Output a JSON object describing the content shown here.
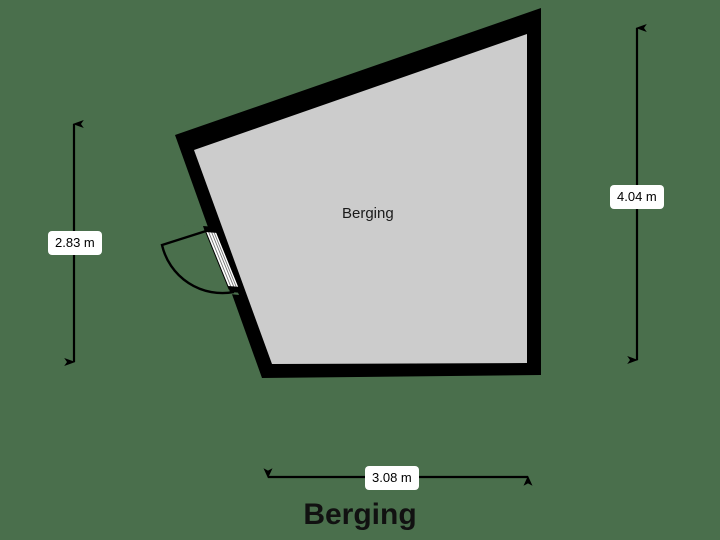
{
  "plan": {
    "title": "Berging",
    "room_label": "Berging",
    "colors": {
      "background": "#4a6f4c",
      "wall": "#000000",
      "floor": "#cccccc",
      "door": "#ffffff",
      "label_background": "#ffffff",
      "label_text": "#000000"
    }
  },
  "dimensions": {
    "left": {
      "value": "2.83 m",
      "orientation": "vertical"
    },
    "right": {
      "value": "4.04 m",
      "orientation": "vertical"
    },
    "bottom": {
      "value": "3.08 m",
      "orientation": "horizontal"
    }
  },
  "features": {
    "door": {
      "name": "swing-door",
      "swing": "outward-left"
    }
  }
}
